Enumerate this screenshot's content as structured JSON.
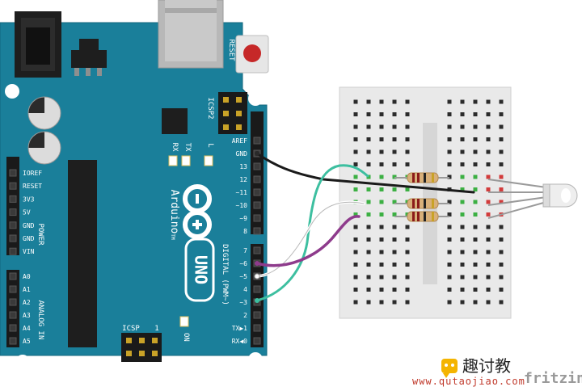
{
  "board": {
    "reset_label": "RESET",
    "icsp2_label": "ICSP2",
    "led_rx": "RX",
    "led_tx": "TX",
    "led_l": "L",
    "brand": "Arduino",
    "tm": "TM",
    "model": "UNO",
    "digital_label": "DIGITAL (PWM~)",
    "icsp_label": "ICSP",
    "icsp_pin1": "1",
    "on_label": "ON",
    "power_label": "POWER",
    "analog_label": "ANALOG IN",
    "left_pins": [
      "IOREF",
      "RESET",
      "3V3",
      "5V",
      "GND",
      "GND",
      "VIN"
    ],
    "analog_pins": [
      "A0",
      "A1",
      "A2",
      "A3",
      "A4",
      "A5"
    ],
    "top_right_pins": [
      "AREF",
      "GND",
      "13",
      "12",
      "~11",
      "~10",
      "~9",
      "8"
    ],
    "bottom_right_pins": [
      "7",
      "~6",
      "~5",
      "4",
      "~3",
      "2",
      "TX▶1",
      "RX◀0"
    ]
  },
  "watermark": {
    "brand": "趣讨教",
    "url": "www.qutaojiao.com",
    "fritzing": "fritzing"
  }
}
